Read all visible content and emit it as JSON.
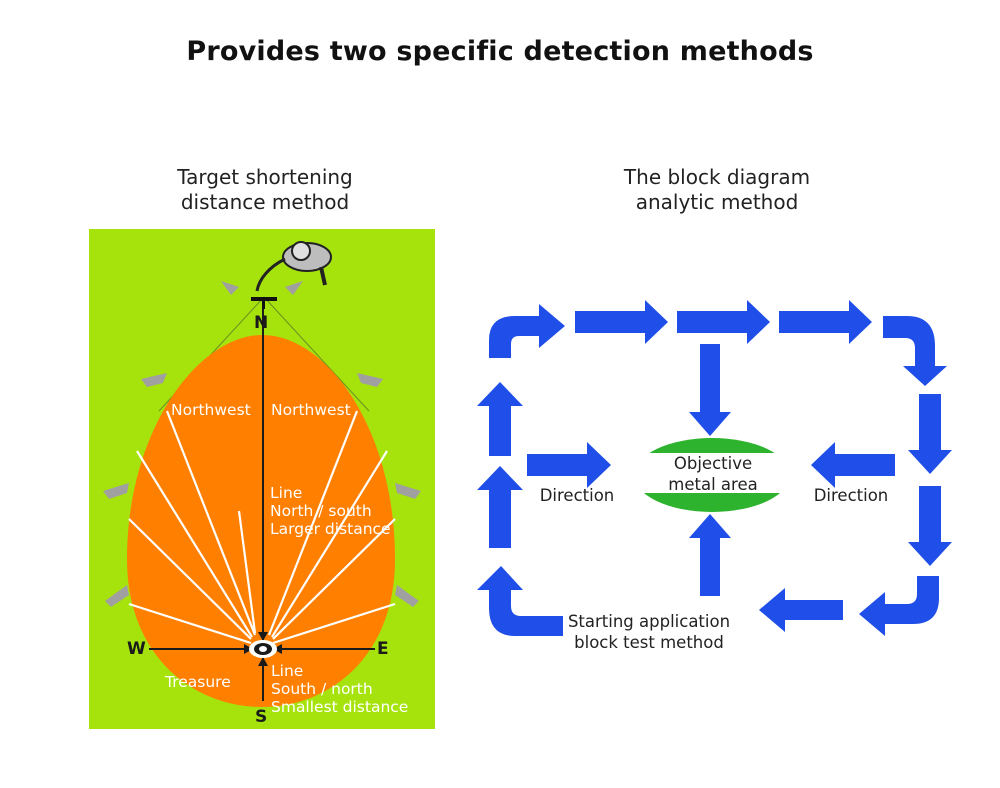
{
  "title": "Provides two specific detection methods",
  "left": {
    "subtitle_line1": "Target shortening",
    "subtitle_line2": "distance method",
    "compass": {
      "n": "N",
      "s": "S",
      "w": "W",
      "e": "E"
    },
    "northwest_left": "Northwest",
    "northwest_right": "Northwest",
    "line_north_south": [
      "Line",
      "North / south",
      "Larger distance"
    ],
    "treasure": "Treasure",
    "line_south_north": [
      "Line",
      "South / north",
      "Smallest distance"
    ],
    "colors": {
      "background": "#a6e30d",
      "field": "#ff7f00",
      "rays": "#ffffff",
      "markers": "#a0a0a0"
    }
  },
  "right": {
    "subtitle_line1": "The block diagram",
    "subtitle_line2": "analytic method",
    "objective": [
      "Objective",
      "metal area"
    ],
    "direction_left": "Direction",
    "direction_right": "Direction",
    "starting": [
      "Starting application",
      "block test method"
    ],
    "colors": {
      "arrow": "#1f4fe8",
      "target_fill": "#2db32d"
    }
  }
}
